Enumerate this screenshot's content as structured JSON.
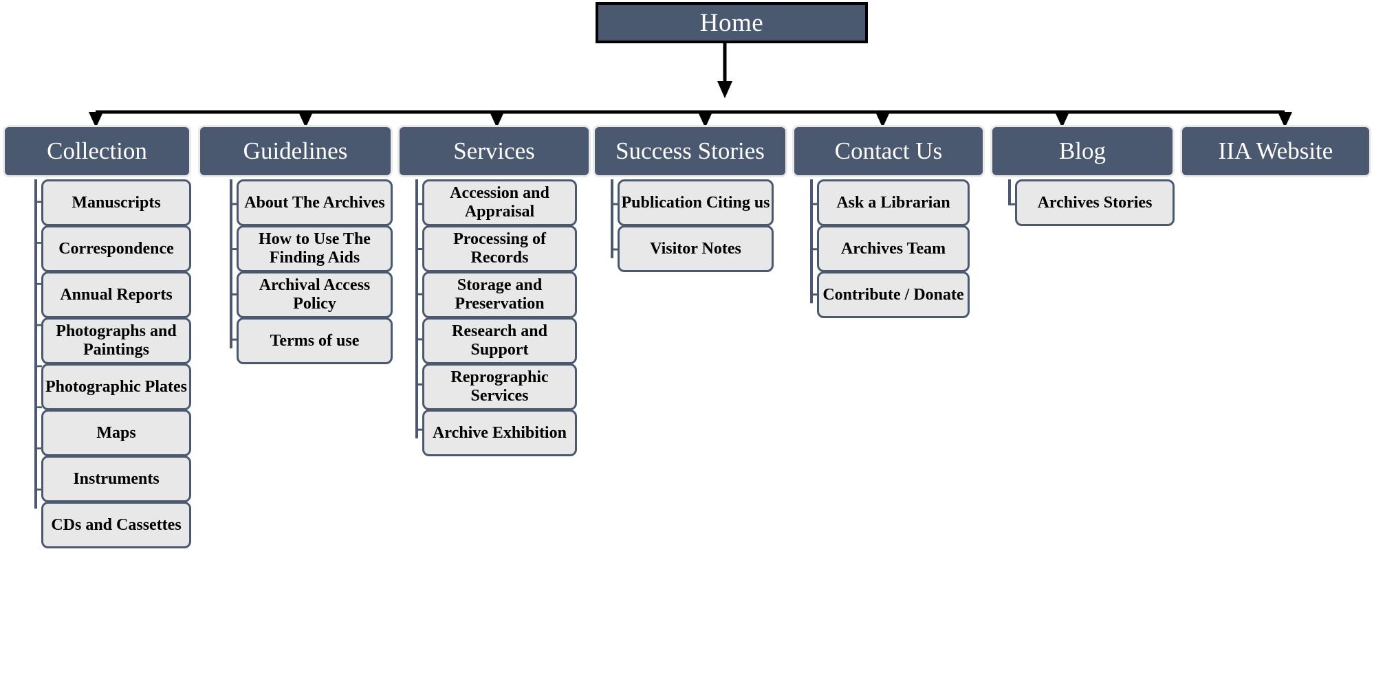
{
  "diagram": {
    "type": "sitemap-tree",
    "title_visible": false,
    "colors": {
      "node_dark": "#4a5870",
      "node_light": "#e8e8e8",
      "node_outline_light": "#e9e9e9",
      "root_border": "#000000",
      "connector": "#4a5870",
      "bus_line": "#000000",
      "dark_node_text": "#ffffff",
      "light_node_text": "#000000"
    },
    "root": {
      "label": "Home"
    },
    "columns": [
      {
        "label": "Collection",
        "children": [
          {
            "label": "Manuscripts"
          },
          {
            "label": "Correspondence"
          },
          {
            "label": "Annual Reports"
          },
          {
            "label": "Photographs and Paintings"
          },
          {
            "label": "Photographic Plates"
          },
          {
            "label": "Maps"
          },
          {
            "label": "Instruments"
          },
          {
            "label": "CDs and Cassettes"
          }
        ]
      },
      {
        "label": "Guidelines",
        "children": [
          {
            "label": "About The Archives"
          },
          {
            "label": "How to Use The Finding Aids"
          },
          {
            "label": "Archival Access Policy"
          },
          {
            "label": "Terms of use"
          }
        ]
      },
      {
        "label": "Services",
        "children": [
          {
            "label": "Accession and Appraisal"
          },
          {
            "label": "Processing of Records"
          },
          {
            "label": "Storage and Preservation"
          },
          {
            "label": "Research and Support"
          },
          {
            "label": "Reprographic Services"
          },
          {
            "label": "Archive Exhibition"
          }
        ]
      },
      {
        "label": "Success Stories",
        "children": [
          {
            "label": "Publication Citing us"
          },
          {
            "label": "Visitor Notes"
          }
        ]
      },
      {
        "label": "Contact Us",
        "children": [
          {
            "label": "Ask a Librarian"
          },
          {
            "label": "Archives Team"
          },
          {
            "label": "Contribute / Donate"
          }
        ]
      },
      {
        "label": "Blog",
        "children": [
          {
            "label": "Archives Stories"
          }
        ]
      },
      {
        "label": "IIA Website",
        "children": []
      }
    ]
  }
}
